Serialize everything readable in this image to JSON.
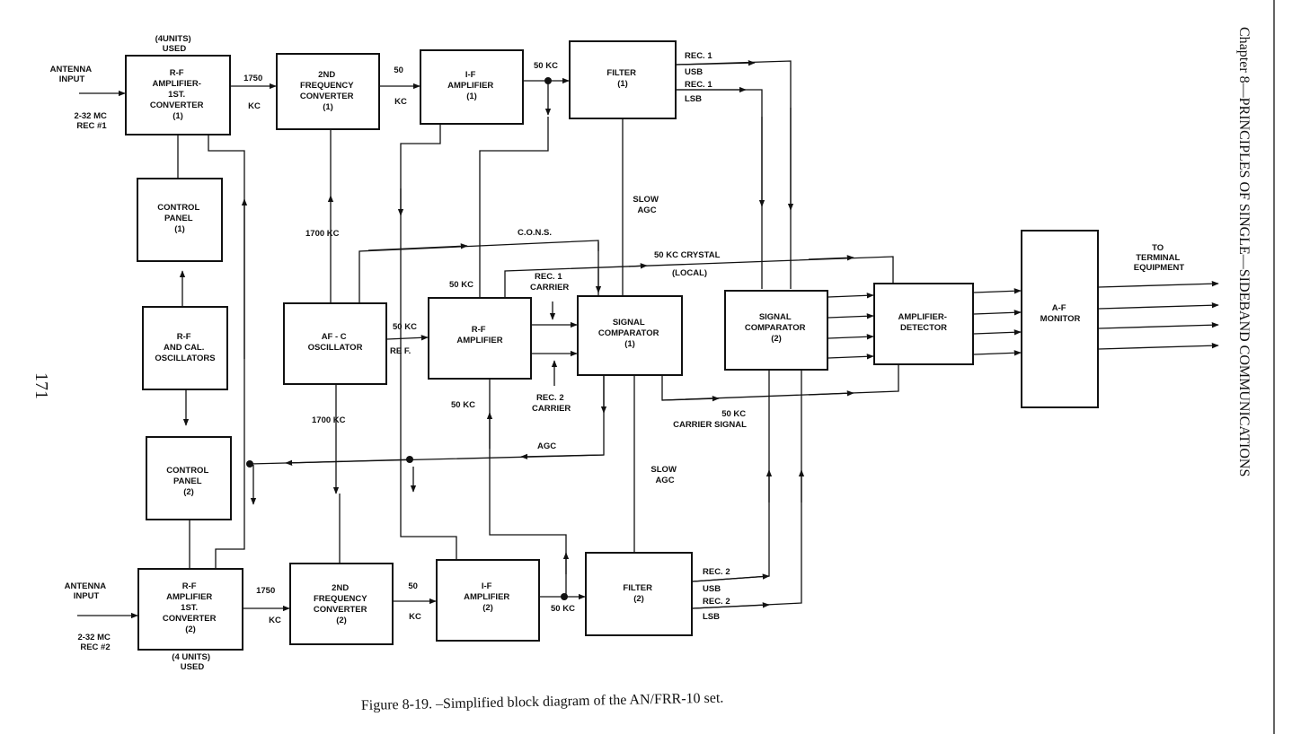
{
  "figure_caption": "Figure 8-19. –Simplified block diagram of the AN/FRR-10 set.",
  "chapter_header": "Chapter 8—PRINCIPLES OF SINGLE—SIDEBAND COMMUNICATIONS",
  "page_number": "171",
  "blocks": {
    "rf_amp_1": [
      "R-F",
      "AMPLIFIER-",
      "1ST.",
      "CONVERTER",
      "(1)"
    ],
    "second_conv_1": [
      "2ND",
      "FREQUENCY",
      "CONVERTER",
      "(1)"
    ],
    "if_amp_1": [
      "I-F",
      "AMPLIFIER",
      "(1)"
    ],
    "filter_1": [
      "FILTER",
      "(1)"
    ],
    "control_panel_1": [
      "CONTROL",
      "PANEL",
      "(1)"
    ],
    "rf_cal_osc": [
      "R-F",
      "AND CAL.",
      "OSCILLATORS"
    ],
    "control_panel_2": [
      "CONTROL",
      "PANEL",
      "(2)"
    ],
    "afc_osc": [
      "AF - C",
      "OSCILLATOR"
    ],
    "rf_amp_center": [
      "R-F",
      "AMPLIFIER"
    ],
    "sig_comp_1": [
      "SIGNAL",
      "COMPARATOR",
      "(1)"
    ],
    "sig_comp_2": [
      "SIGNAL",
      "COMPARATOR",
      "(2)"
    ],
    "amp_detector": [
      "AMPLIFIER-",
      "DETECTOR"
    ],
    "af_monitor": [
      "A-F",
      "MONITOR"
    ],
    "rf_amp_2": [
      "R-F",
      "AMPLIFIER",
      "1ST.",
      "CONVERTER",
      "(2)"
    ],
    "second_conv_2": [
      "2ND",
      "FREQUENCY",
      "CONVERTER",
      "(2)"
    ],
    "if_amp_2": [
      "I-F",
      "AMPLIFIER",
      "(2)"
    ],
    "filter_2": [
      "FILTER",
      "(2)"
    ]
  },
  "labels": {
    "units_used_1": [
      "(4UNITS)",
      "USED"
    ],
    "antenna_input_1": [
      "ANTENNA",
      "INPUT"
    ],
    "freq_range_1": [
      "2-32 MC",
      "REC #1"
    ],
    "kc1750_1": [
      "1750",
      "KC"
    ],
    "kc50_1": [
      "50",
      "KC"
    ],
    "kc50_filter_1": "50 KC",
    "rec1_usb": [
      "REC. 1",
      "USB"
    ],
    "rec1_lsb": [
      "REC. 1",
      "LSB"
    ],
    "slow_agc_1": [
      "SLOW",
      "AGC"
    ],
    "cons": "C.O.N.S.",
    "crystal": "50 KC CRYSTAL",
    "local": "(LOCAL)",
    "kc1700_top": "1700  KC",
    "kc50_rfamp_top": "50 KC",
    "rec1_carrier": [
      "REC. 1",
      "CARRIER"
    ],
    "ref": [
      "50  KC",
      "RE F."
    ],
    "kc1700_bottom": "1700  KC",
    "kc50_rfamp_bottom": "50 KC",
    "rec2_carrier": [
      "REC. 2",
      "CARRIER"
    ],
    "carrier_signal": [
      "50 KC",
      "CARRIER SIGNAL"
    ],
    "agc": "AGC",
    "slow_agc_2": [
      "SLOW",
      "AGC"
    ],
    "to_terminal": [
      "TO",
      "TERMINAL",
      "EQUIPMENT"
    ],
    "antenna_input_2": [
      "ANTENNA",
      "INPUT"
    ],
    "freq_range_2": [
      "2-32 MC",
      "REC #2"
    ],
    "units_used_2": [
      "(4 UNITS)",
      "USED"
    ],
    "kc1750_2": [
      "1750",
      "KC"
    ],
    "kc50_2": [
      "50",
      "KC"
    ],
    "kc50_filter_2": "50 KC",
    "rec2_usb": [
      "REC. 2",
      "USB"
    ],
    "rec2_lsb": [
      "REC. 2",
      "LSB"
    ]
  }
}
